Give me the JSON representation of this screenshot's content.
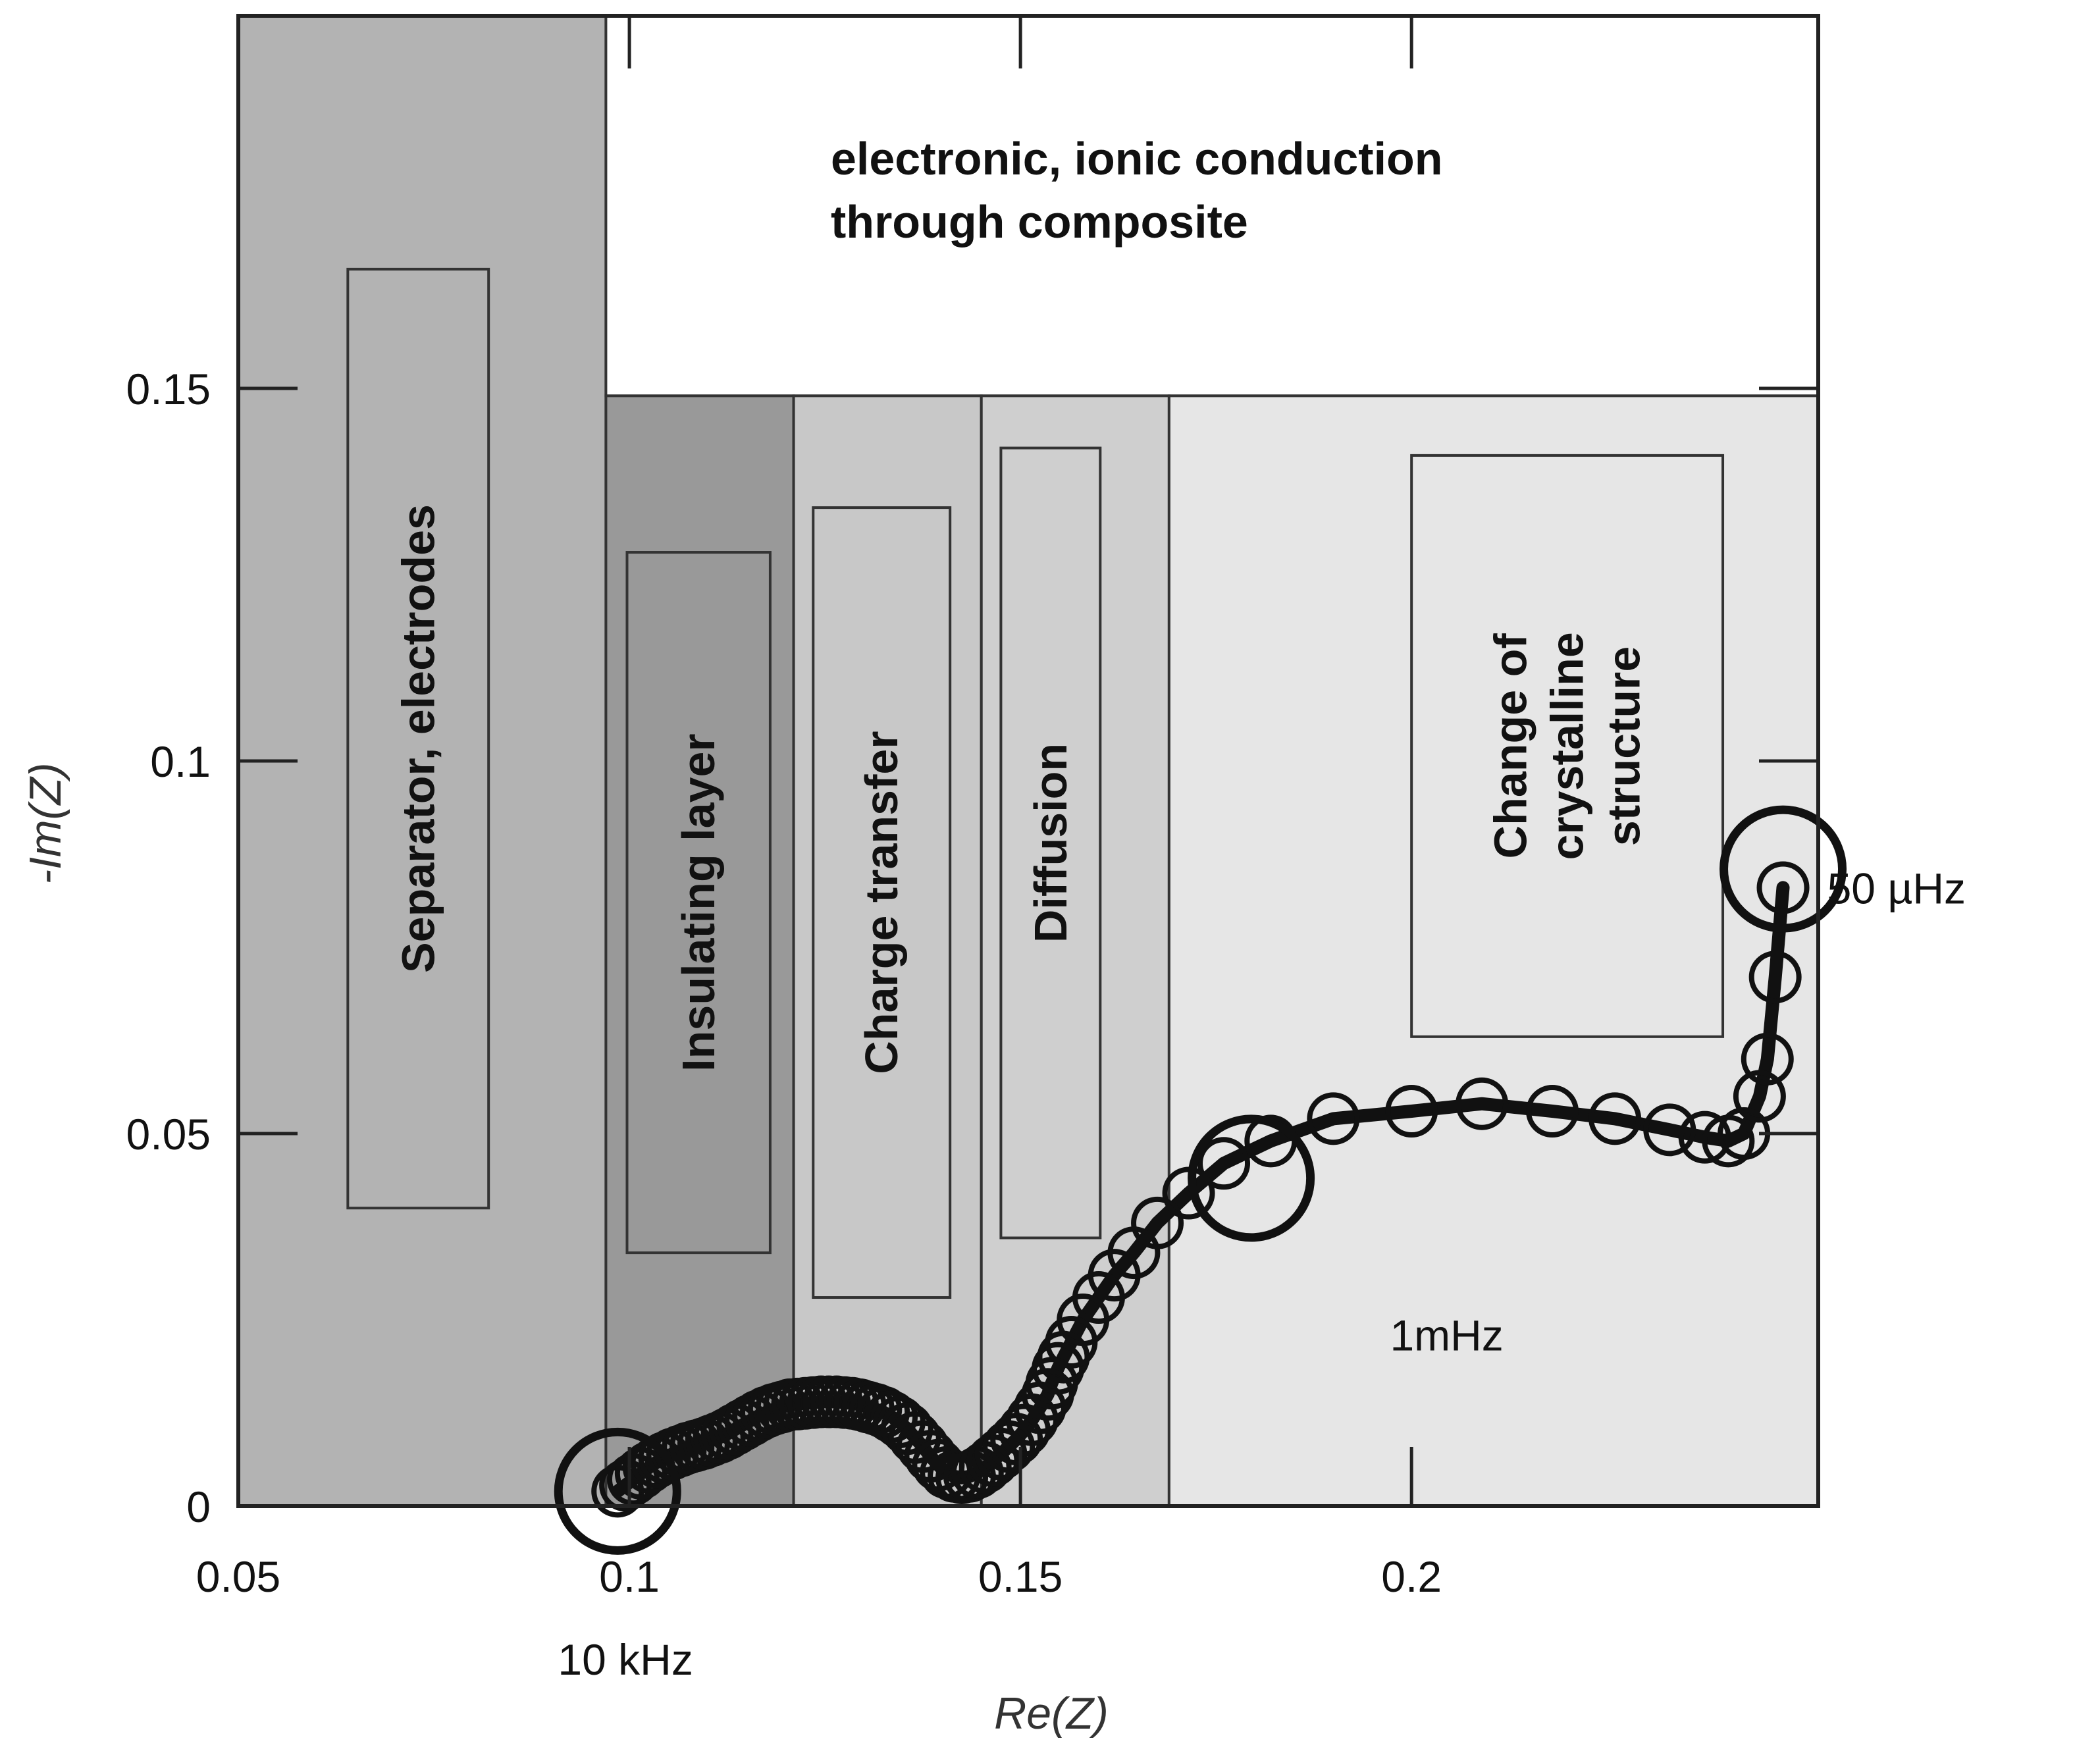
{
  "chart_data": {
    "type": "scatter",
    "xlabel": "Re(Z)",
    "ylabel": "-Im(Z)",
    "xlim": [
      0.05,
      0.252
    ],
    "ylim": [
      0,
      0.2
    ],
    "x_ticks": [
      {
        "value": 0.05,
        "label": "0.05"
      },
      {
        "value": 0.1,
        "label": "0.1"
      },
      {
        "value": 0.15,
        "label": "0.15"
      },
      {
        "value": 0.2,
        "label": "0.2"
      }
    ],
    "y_ticks": [
      {
        "value": 0,
        "label": "0"
      },
      {
        "value": 0.05,
        "label": "0.05"
      },
      {
        "value": 0.1,
        "label": "0.1"
      },
      {
        "value": 0.15,
        "label": "0.15"
      }
    ],
    "grid": false,
    "regions": [
      {
        "label": "Separator, electrodes",
        "x_start": 0.05,
        "x_end": 0.097,
        "y_top": 0.2,
        "fill": "#b3b3b3",
        "inner_box": {
          "x_start": 0.064,
          "x_end": 0.082,
          "y_bottom": 0.04,
          "y_top": 0.166
        },
        "orientation": "vertical"
      },
      {
        "label": "electronic, ionic conduction through composite",
        "lines": [
          "electronic, ionic conduction",
          "through composite"
        ],
        "x_start": 0.097,
        "x_end": 0.252,
        "y_bottom": 0.149,
        "y_top": 0.2,
        "fill": "#ffffff",
        "orientation": "horizontal"
      },
      {
        "label": "Insulating layer",
        "x_start": 0.097,
        "x_end": 0.121,
        "y_top": 0.149,
        "fill": "#999999",
        "inner_box": {
          "x_start": 0.0997,
          "x_end": 0.118,
          "y_bottom": 0.034,
          "y_top": 0.128
        },
        "orientation": "vertical"
      },
      {
        "label": "Charge transfer",
        "x_start": 0.121,
        "x_end": 0.145,
        "y_top": 0.149,
        "fill": "#c8c8c8",
        "inner_box": {
          "x_start": 0.1235,
          "x_end": 0.141,
          "y_bottom": 0.028,
          "y_top": 0.134
        },
        "orientation": "vertical"
      },
      {
        "label": "Diffusion",
        "x_start": 0.145,
        "x_end": 0.169,
        "y_top": 0.149,
        "fill": "#cfcfcf",
        "inner_box": {
          "x_start": 0.1475,
          "x_end": 0.1602,
          "y_bottom": 0.036,
          "y_top": 0.142
        },
        "orientation": "vertical"
      },
      {
        "label": "Change of crystalline structure",
        "lines": [
          "Change of",
          "crystalline",
          "structure"
        ],
        "x_start": 0.169,
        "x_end": 0.252,
        "y_top": 0.149,
        "fill": "#e6e6e6",
        "inner_box": {
          "x_start": 0.2,
          "x_end": 0.2398,
          "y_bottom": 0.063,
          "y_top": 0.141
        },
        "orientation": "vertical"
      }
    ],
    "annotations": [
      {
        "text": "10 kHz",
        "x": 0.0995,
        "y": -0.0205
      },
      {
        "text": "1mHz",
        "x": 0.2045,
        "y": 0.023
      },
      {
        "text": "50 µHz",
        "x": 0.262,
        "y": 0.083
      }
    ],
    "series": [
      {
        "marker": "circle",
        "x": [
          0.0985,
          0.0995,
          0.1005,
          0.1015,
          0.1025,
          0.1035,
          0.1045,
          0.1055,
          0.1065,
          0.1075,
          0.1085,
          0.1095,
          0.1105,
          0.1115,
          0.1125,
          0.1135,
          0.1145,
          0.1155,
          0.1165,
          0.1175,
          0.1185,
          0.1195,
          0.1205,
          0.1215,
          0.1225,
          0.1235,
          0.1245,
          0.1255,
          0.1265,
          0.1275,
          0.1285,
          0.1295,
          0.1305,
          0.1315,
          0.1325,
          0.1335,
          0.1345,
          0.1355,
          0.1365,
          0.1375,
          0.1385,
          0.1395,
          0.1405,
          0.1415,
          0.1425,
          0.1435,
          0.1445,
          0.1455,
          0.1465,
          0.1475,
          0.1485,
          0.1495,
          0.1505,
          0.1515,
          0.1525,
          0.1535,
          0.154,
          0.1548,
          0.1555,
          0.1565,
          0.158,
          0.16,
          0.162,
          0.1645,
          0.1675,
          0.1715,
          0.176,
          0.182,
          0.19,
          0.2,
          0.209,
          0.218,
          0.226,
          0.233,
          0.2375,
          0.2405,
          0.2425,
          0.2445,
          0.2455,
          0.2465,
          0.2475
        ],
        "y": [
          0.002,
          0.0028,
          0.0036,
          0.0044,
          0.0052,
          0.0059,
          0.0065,
          0.007,
          0.0074,
          0.0078,
          0.0081,
          0.0084,
          0.0088,
          0.0092,
          0.0097,
          0.0103,
          0.0109,
          0.0115,
          0.0121,
          0.0126,
          0.013,
          0.0133,
          0.0136,
          0.0137,
          0.0138,
          0.0139,
          0.014,
          0.014,
          0.014,
          0.0139,
          0.0138,
          0.0136,
          0.0133,
          0.013,
          0.0126,
          0.012,
          0.0113,
          0.0104,
          0.0092,
          0.008,
          0.0067,
          0.0055,
          0.0045,
          0.004,
          0.0038,
          0.004,
          0.0045,
          0.0052,
          0.0061,
          0.007,
          0.008,
          0.009,
          0.0102,
          0.0116,
          0.0132,
          0.015,
          0.0165,
          0.0185,
          0.02,
          0.022,
          0.025,
          0.028,
          0.031,
          0.034,
          0.038,
          0.042,
          0.046,
          0.049,
          0.052,
          0.053,
          0.054,
          0.053,
          0.052,
          0.0505,
          0.0495,
          0.049,
          0.05,
          0.055,
          0.06,
          0.071,
          0.083
        ],
        "highlighted": [
          {
            "x": 0.0985,
            "y": 0.002
          },
          {
            "x": 0.1795,
            "y": 0.044
          },
          {
            "x": 0.2475,
            "y": 0.0855
          }
        ]
      }
    ]
  }
}
